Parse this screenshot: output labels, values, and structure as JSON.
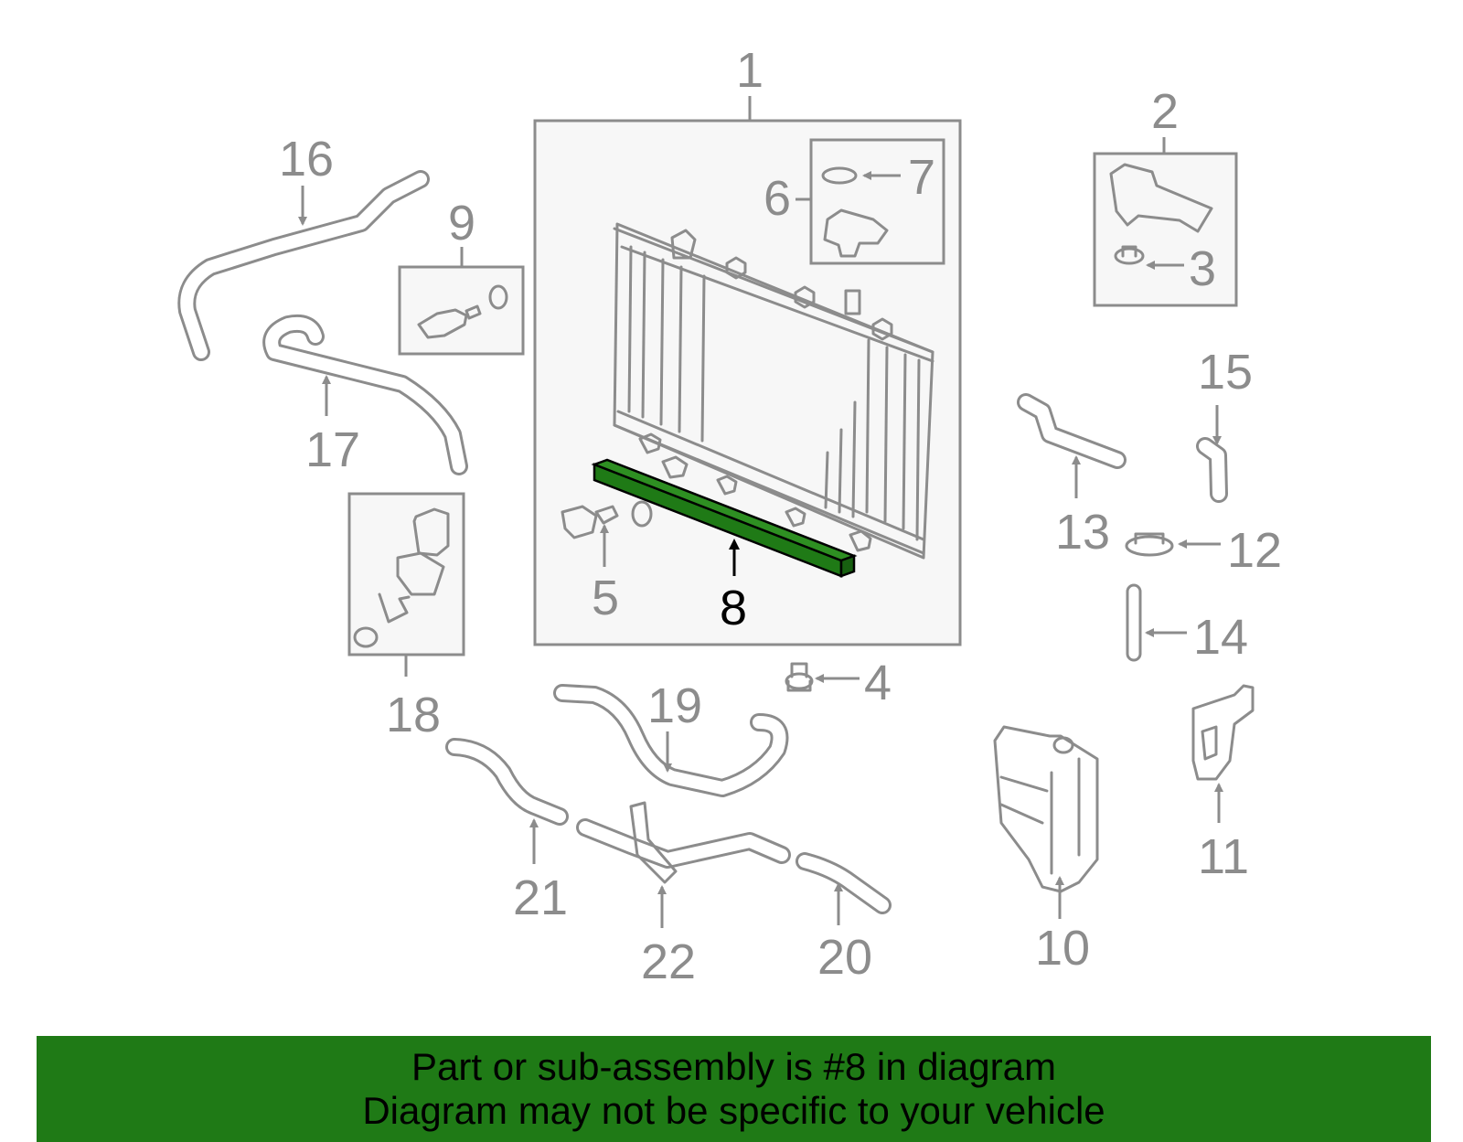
{
  "diagram": {
    "callouts": {
      "c1": "1",
      "c2": "2",
      "c3": "3",
      "c4": "4",
      "c5": "5",
      "c6": "6",
      "c7": "7",
      "c8": "8",
      "c9": "9",
      "c10": "10",
      "c11": "11",
      "c12": "12",
      "c13": "13",
      "c14": "14",
      "c15": "15",
      "c16": "16",
      "c17": "17",
      "c18": "18",
      "c19": "19",
      "c20": "20",
      "c21": "21",
      "c22": "22"
    },
    "highlight_color": "#1f7a16",
    "part_color": "#8c8c8c"
  },
  "banner": {
    "line1": "Part or sub-assembly is #8 in diagram",
    "line2": "Diagram may not be specific to your vehicle"
  }
}
